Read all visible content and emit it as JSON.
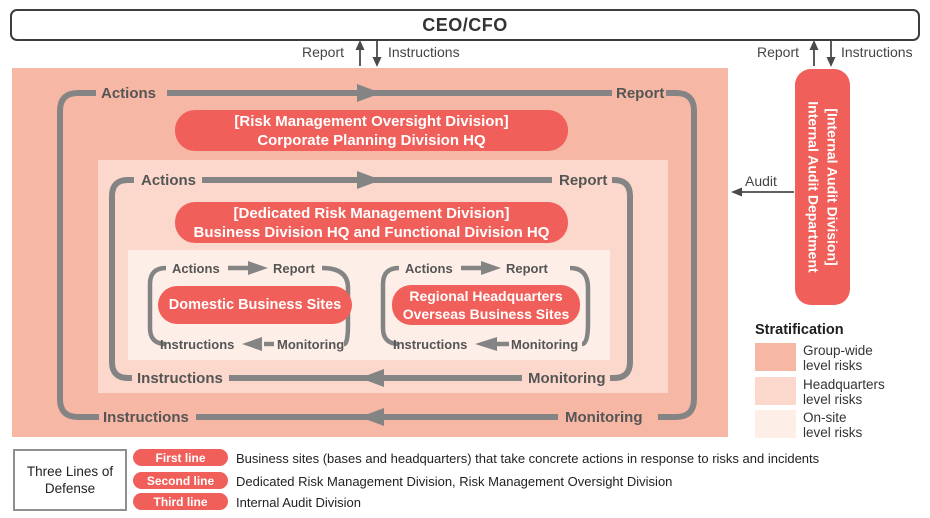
{
  "colors": {
    "group_wide_risk": "#f7b7a5",
    "headquarters_risk": "#fbd8cb",
    "onsite_risk": "#fdefe8",
    "accent_red": "#f05f5a",
    "arrow_gray": "#848484"
  },
  "ceo_label": "CEO/CFO",
  "flow_labels": {
    "report": "Report",
    "instructions": "Instructions",
    "actions": "Actions",
    "monitoring": "Monitoring",
    "audit": "Audit"
  },
  "boxes": {
    "risk_oversight": {
      "line1": "[Risk Management Oversight Division]",
      "line2": "Corporate Planning Division HQ"
    },
    "dedicated_risk": {
      "line1": "[Dedicated Risk Management Division]",
      "line2": "Business Division HQ and Functional Division HQ"
    },
    "domestic": {
      "line1": "Domestic Business Sites"
    },
    "regional": {
      "line1": "Regional Headquarters",
      "line2": "Overseas Business Sites"
    },
    "internal_audit": {
      "line1": "[Internal Audit Division]",
      "line2": "Internal Audit Department"
    }
  },
  "legend": {
    "title": "Stratification",
    "items": [
      {
        "label1": "Group-wide",
        "label2": "level risks",
        "color": "#f7b7a5"
      },
      {
        "label1": "Headquarters",
        "label2": "level risks",
        "color": "#fbd8cb"
      },
      {
        "label1": "On-site",
        "label2": "level risks",
        "color": "#fdefe8"
      }
    ]
  },
  "three_lines": {
    "title_line1": "Three Lines of",
    "title_line2": "Defense",
    "rows": [
      {
        "badge": "First line",
        "text": "Business sites (bases and headquarters) that take concrete actions in response to risks and incidents"
      },
      {
        "badge": "Second line",
        "text": "Dedicated Risk Management Division, Risk Management Oversight Division"
      },
      {
        "badge": "Third line",
        "text": "Internal Audit Division"
      }
    ]
  }
}
